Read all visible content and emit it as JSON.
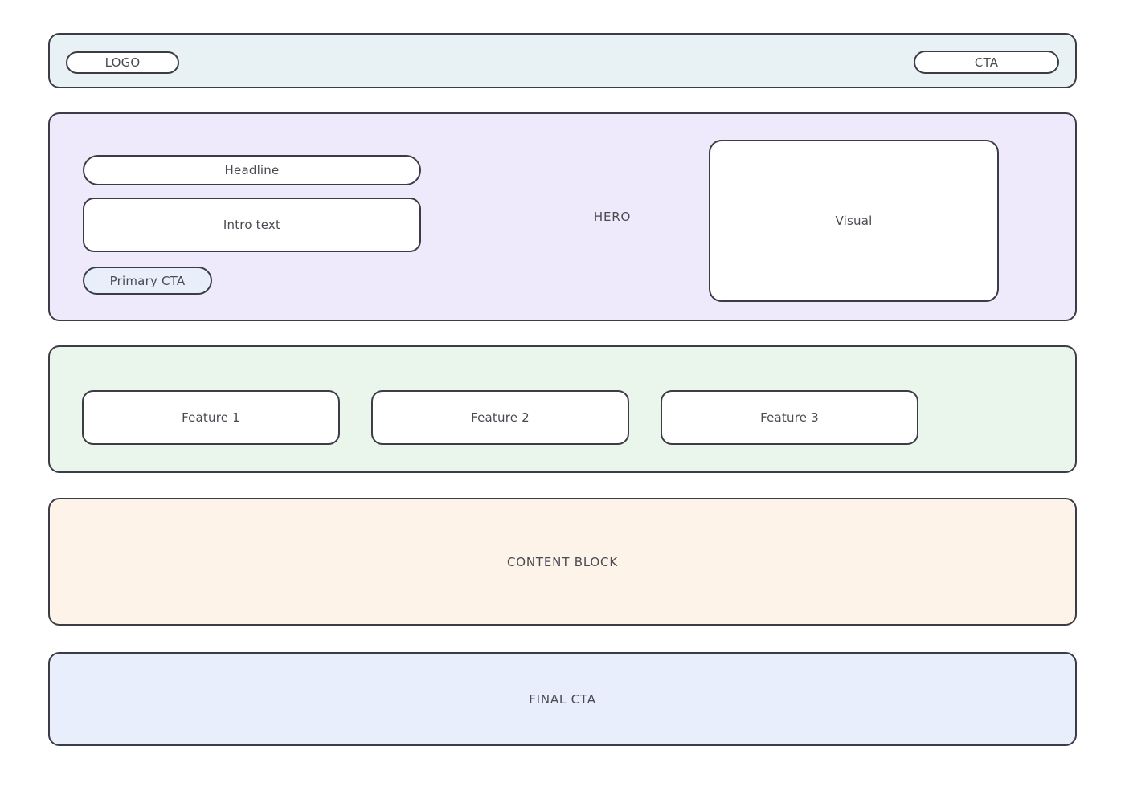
{
  "page": {
    "type": "landing-page-wireframe",
    "canvas_background": "#ffffff",
    "outline_color": "#3c3c46",
    "text_color": "#4a4a52"
  },
  "header": {
    "background": "#e8f2f4",
    "logo_label": "LOGO",
    "cta_label": "CTA"
  },
  "hero": {
    "background": "#eeeafc",
    "section_label": "HERO",
    "headline_label": "Headline",
    "intro_label": "Intro text",
    "primary_cta_label": "Primary CTA",
    "primary_cta_background": "#e9eefb",
    "visual_label": "Visual"
  },
  "features": {
    "background": "#eaf5ec",
    "items": [
      {
        "label": "Feature 1"
      },
      {
        "label": "Feature 2"
      },
      {
        "label": "Feature 3"
      }
    ]
  },
  "content_block": {
    "background": "#fdf3e9",
    "label": "CONTENT BLOCK"
  },
  "final_cta": {
    "background": "#e8eefc",
    "label": "FINAL CTA"
  }
}
